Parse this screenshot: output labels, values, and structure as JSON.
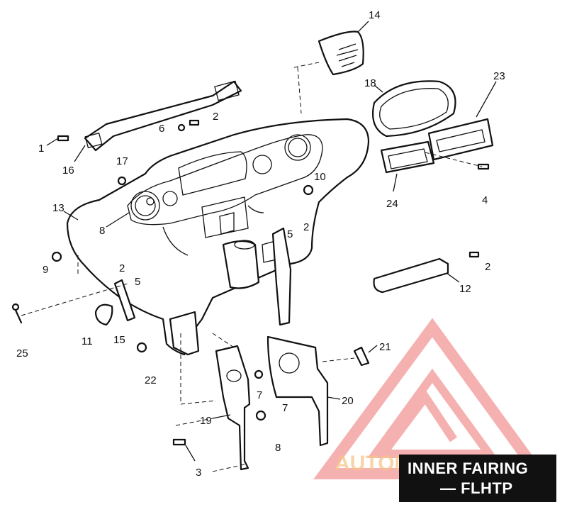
{
  "callouts": {
    "c14": "14",
    "c18": "18",
    "c23": "23",
    "c2a": "2",
    "c6": "6",
    "c1": "1",
    "c16": "16",
    "c17": "17",
    "c13": "13",
    "c8a": "8",
    "c9": "9",
    "c10": "10",
    "c5a": "5",
    "c2b": "2",
    "c24": "24",
    "c4": "4",
    "c2c": "2",
    "c5b": "5",
    "c2d": "2",
    "c12": "12",
    "c11": "11",
    "c15": "15",
    "c25": "25",
    "c22": "22",
    "c21": "21",
    "c7a": "7",
    "c7b": "7",
    "c20": "20",
    "c19": "19",
    "c8b": "8",
    "c3": "3"
  },
  "caption": {
    "line1": "INNER FAIRING",
    "line2": "— FLHTP"
  },
  "watermark": {
    "text": "AUTOMOTOHUB",
    "color": "#f4a0a0",
    "text_color": "#f6c58a"
  },
  "colors": {
    "ink": "#111111",
    "paper": "#ffffff",
    "caption_bg": "#111111"
  }
}
